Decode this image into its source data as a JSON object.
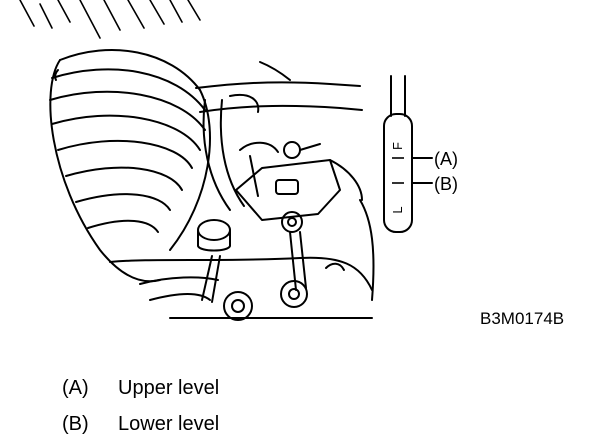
{
  "figure": {
    "code": "B3M0174B",
    "dipstick_marks": {
      "full": "F",
      "low": "L"
    },
    "callouts": [
      {
        "key": "(A)"
      },
      {
        "key": "(B)"
      }
    ]
  },
  "legend": [
    {
      "key": "(A)",
      "text": "Upper level"
    },
    {
      "key": "(B)",
      "text": "Lower level"
    }
  ]
}
